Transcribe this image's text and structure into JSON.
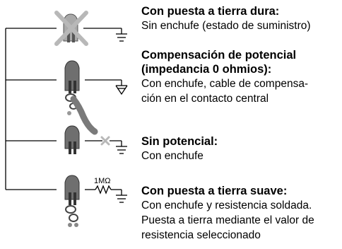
{
  "entries": [
    {
      "heading_lines": [
        "Con puesta a tierra dura:"
      ],
      "body_lines": [
        "Sin enchufe (estado de suministro)"
      ],
      "icon": "socket-crossed-out"
    },
    {
      "heading_lines": [
        "Compensación de potencial",
        "(impedancia 0 ohmios):"
      ],
      "body_lines": [
        "Con enchufe, cable de compensa-",
        "ción en el contacto central"
      ],
      "icon": "plug-with-cable"
    },
    {
      "heading_lines": [
        "Sin potencial:"
      ],
      "body_lines": [
        "Con enchufe"
      ],
      "icon": "plug-open-circuit"
    },
    {
      "heading_lines": [
        "Con puesta a tierra suave:"
      ],
      "body_lines": [
        "Con enchufe y resistencia soldada.",
        "Puesta a tierra mediante el valor de",
        "resistencia seleccionado"
      ],
      "icon": "plug-with-resistor"
    }
  ],
  "resistor_label": "1MΩ",
  "colors": {
    "socket": "#6f6f6f",
    "socket_light": "#a9a9a9",
    "cross": "#b8b8b8",
    "line": "#000000"
  }
}
